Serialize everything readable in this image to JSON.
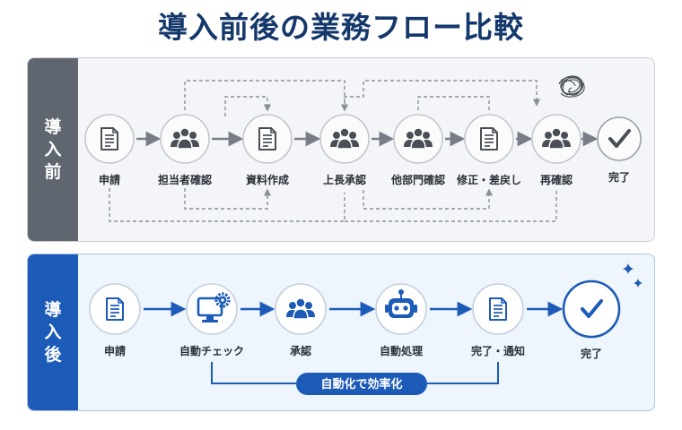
{
  "title": "導入前後の業務フロー比較",
  "before": {
    "label": [
      "導",
      "入",
      "前"
    ],
    "steps": [
      {
        "label": "申請",
        "icon": "document-icon"
      },
      {
        "label": "担当者確認",
        "icon": "people-icon"
      },
      {
        "label": "資料作成",
        "icon": "document-icon"
      },
      {
        "label": "上長承認",
        "icon": "people-icon"
      },
      {
        "label": "他部門確認",
        "icon": "people-icon"
      },
      {
        "label": "修正・差戻し",
        "icon": "document-icon"
      },
      {
        "label": "再確認",
        "icon": "people-icon"
      },
      {
        "label": "完了",
        "icon": "check-icon"
      }
    ],
    "extra_icon": "tangled-scribble-icon"
  },
  "after": {
    "label": [
      "導",
      "入",
      "後"
    ],
    "steps": [
      {
        "label": "申請",
        "icon": "document-icon"
      },
      {
        "label": "自動チェック",
        "icon": "monitor-gear-icon"
      },
      {
        "label": "承認",
        "icon": "people-icon"
      },
      {
        "label": "自動処理",
        "icon": "robot-icon"
      },
      {
        "label": "完了・通知",
        "icon": "document-icon"
      },
      {
        "label": "完了",
        "icon": "check-icon"
      }
    ],
    "badge": "自動化で効率化",
    "extra_icon": "sparkle-icon"
  },
  "colors": {
    "title": "#14386b",
    "before_accent": "#5f6670",
    "after_accent": "#1c5bb8",
    "before_icon": "#4a4f57",
    "after_icon": "#1c5bb8"
  }
}
